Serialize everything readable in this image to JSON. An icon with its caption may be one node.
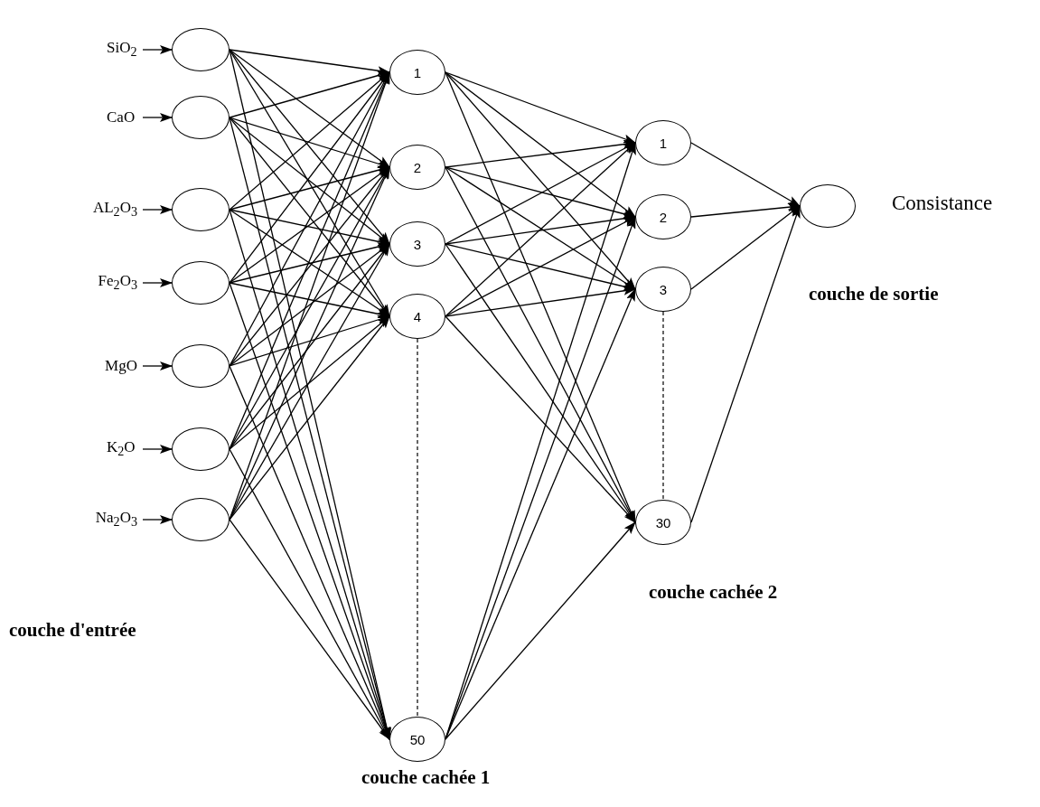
{
  "diagram": {
    "nodes": [
      {
        "text": [
          "SiO$_{2}$"
        ]
      },
      {
        "text": [
          "CaO"
        ]
      },
      {
        "text": [
          "AL$_{2}$O$_{3}$"
        ]
      },
      {
        "text": [
          "Fe$_{2}$O$_{3}$"
        ]
      },
      {
        "text": [
          "MgO"
        ]
      },
      {
        "text": [
          "K$_{2}$O"
        ]
      },
      {
        "text": [
          "Na$_{2}$O$_{3}$"
        ]
      },
      {
        "text": [],
        "shape": "circle"
      },
      {
        "text": [],
        "shape": "circle"
      },
      {
        "text": [],
        "shape": "circle"
      },
      {
        "text": [],
        "shape": "circle"
      },
      {
        "text": [],
        "shape": "circle"
      },
      {
        "text": [],
        "shape": "circle"
      },
      {
        "text": [],
        "shape": "circle"
      },
      {
        "text": [
          "1"
        ]
      },
      {
        "text": [
          "2"
        ]
      },
      {
        "text": [
          "3"
        ]
      },
      {
        "text": [
          "4"
        ]
      },
      {
        "text": [
          "50"
        ]
      },
      {
        "text": [
          "1"
        ]
      },
      {
        "text": [
          "2"
        ]
      },
      {
        "text": [
          "3"
        ]
      },
      {
        "text": [
          "30"
        ]
      },
      {
        "text": [],
        "shape": "circle",
        "beside": [
          "Consistance"
        ]
      }
    ],
    "edges": [
      {
        "from": 0,
        "to": 7,
        "arrow": "to"
      },
      {
        "from": 1,
        "to": 8,
        "arrow": "to"
      },
      {
        "from": 2,
        "to": 9,
        "arrow": "to"
      },
      {
        "from": 3,
        "to": 10,
        "arrow": "to"
      },
      {
        "from": 4,
        "to": 11,
        "arrow": "to"
      },
      {
        "from": 5,
        "to": 12,
        "arrow": "to"
      },
      {
        "from": 6,
        "to": 13,
        "arrow": "to"
      },
      {
        "from": 7,
        "to": 14,
        "arrow": "to"
      },
      {
        "from": 7,
        "to": 15,
        "arrow": "to"
      },
      {
        "from": 7,
        "to": 16,
        "arrow": "to"
      },
      {
        "from": 7,
        "to": 17,
        "arrow": "to"
      },
      {
        "from": 7,
        "to": 18,
        "arrow": "to"
      },
      {
        "from": 8,
        "to": 14,
        "arrow": "to"
      },
      {
        "from": 8,
        "to": 15,
        "arrow": "to"
      },
      {
        "from": 8,
        "to": 16,
        "arrow": "to"
      },
      {
        "from": 8,
        "to": 17,
        "arrow": "to"
      },
      {
        "from": 8,
        "to": 18,
        "arrow": "to"
      },
      {
        "from": 9,
        "to": 14,
        "arrow": "to"
      },
      {
        "from": 9,
        "to": 15,
        "arrow": "to"
      },
      {
        "from": 9,
        "to": 16,
        "arrow": "to"
      },
      {
        "from": 9,
        "to": 17,
        "arrow": "to"
      },
      {
        "from": 9,
        "to": 18,
        "arrow": "to"
      },
      {
        "from": 10,
        "to": 14,
        "arrow": "to"
      },
      {
        "from": 10,
        "to": 15,
        "arrow": "to"
      },
      {
        "from": 10,
        "to": 16,
        "arrow": "to"
      },
      {
        "from": 10,
        "to": 17,
        "arrow": "to"
      },
      {
        "from": 10,
        "to": 18,
        "arrow": "to"
      },
      {
        "from": 11,
        "to": 14,
        "arrow": "to"
      },
      {
        "from": 11,
        "to": 15,
        "arrow": "to"
      },
      {
        "from": 11,
        "to": 16,
        "arrow": "to"
      },
      {
        "from": 11,
        "to": 17,
        "arrow": "to"
      },
      {
        "from": 11,
        "to": 18,
        "arrow": "to"
      },
      {
        "from": 12,
        "to": 14,
        "arrow": "to"
      },
      {
        "from": 12,
        "to": 15,
        "arrow": "to"
      },
      {
        "from": 12,
        "to": 16,
        "arrow": "to"
      },
      {
        "from": 12,
        "to": 17,
        "arrow": "to"
      },
      {
        "from": 12,
        "to": 18,
        "arrow": "to"
      },
      {
        "from": 13,
        "to": 14,
        "arrow": "to"
      },
      {
        "from": 13,
        "to": 15,
        "arrow": "to"
      },
      {
        "from": 13,
        "to": 16,
        "arrow": "to"
      },
      {
        "from": 13,
        "to": 17,
        "arrow": "to"
      },
      {
        "from": 13,
        "to": 18,
        "arrow": "to"
      },
      {
        "from": 14,
        "to": 19,
        "arrow": "to"
      },
      {
        "from": 14,
        "to": 20,
        "arrow": "to"
      },
      {
        "from": 14,
        "to": 21,
        "arrow": "to"
      },
      {
        "from": 14,
        "to": 22,
        "arrow": "to"
      },
      {
        "from": 15,
        "to": 19,
        "arrow": "to"
      },
      {
        "from": 15,
        "to": 20,
        "arrow": "to"
      },
      {
        "from": 15,
        "to": 21,
        "arrow": "to"
      },
      {
        "from": 15,
        "to": 22,
        "arrow": "to"
      },
      {
        "from": 16,
        "to": 19,
        "arrow": "to"
      },
      {
        "from": 16,
        "to": 20,
        "arrow": "to"
      },
      {
        "from": 16,
        "to": 21,
        "arrow": "to"
      },
      {
        "from": 16,
        "to": 22,
        "arrow": "to"
      },
      {
        "from": 17,
        "to": 19,
        "arrow": "to"
      },
      {
        "from": 17,
        "to": 20,
        "arrow": "to"
      },
      {
        "from": 17,
        "to": 21,
        "arrow": "to"
      },
      {
        "from": 17,
        "to": 22,
        "arrow": "to"
      },
      {
        "from": 18,
        "to": 19,
        "arrow": "to"
      },
      {
        "from": 18,
        "to": 20,
        "arrow": "to"
      },
      {
        "from": 18,
        "to": 21,
        "arrow": "to"
      },
      {
        "from": 18,
        "to": 22,
        "arrow": "to"
      },
      {
        "from": 19,
        "to": 23,
        "arrow": "to"
      },
      {
        "from": 20,
        "to": 23,
        "arrow": "to"
      },
      {
        "from": 21,
        "to": 23,
        "arrow": "to"
      },
      {
        "from": 22,
        "to": 23,
        "arrow": "to"
      },
      {
        "from": 17,
        "to": 18,
        "arrow": "none",
        "style": "dashed"
      },
      {
        "from": 21,
        "to": 22,
        "arrow": "none",
        "style": "dashed"
      }
    ],
    "labels": [
      "couche d'entrée",
      "couche cachée 1",
      "couche cachée 2",
      "couche de sortie"
    ]
  }
}
